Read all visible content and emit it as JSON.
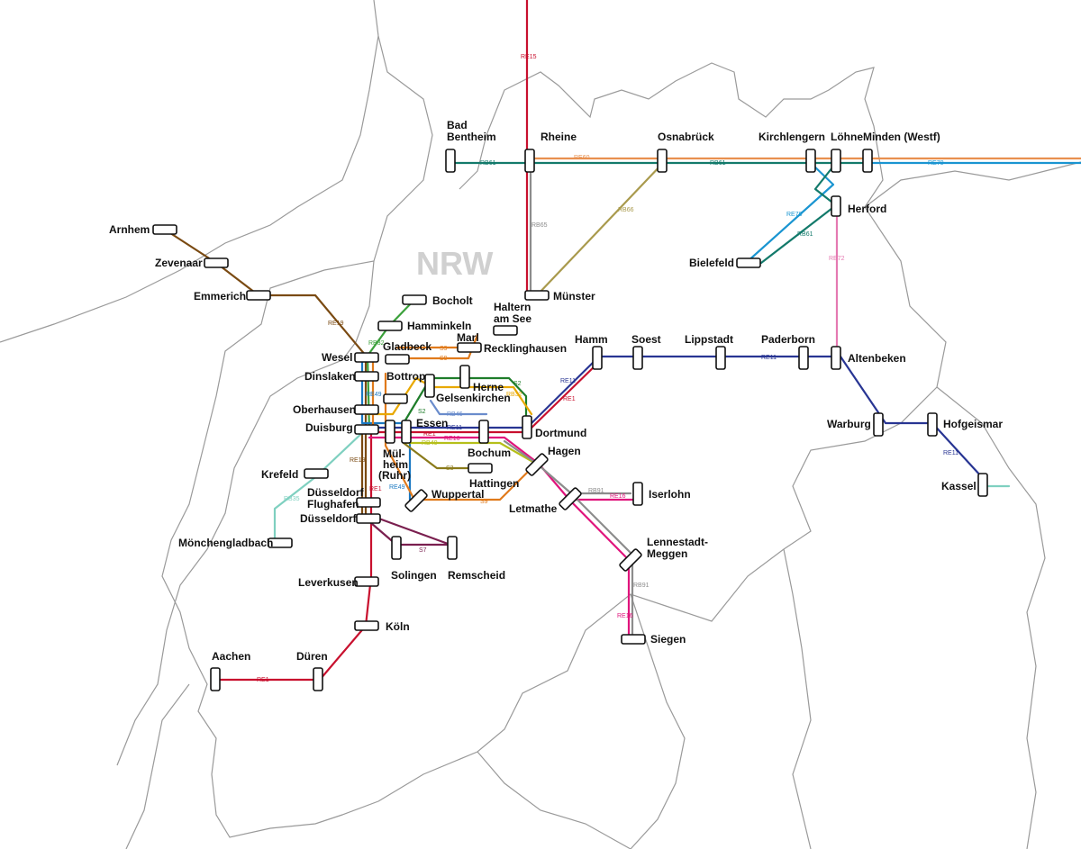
{
  "region_label": "NRW",
  "colors": {
    "RE1": "#c8102e",
    "RE15": "#c8102e",
    "RB61": "#137a6b",
    "RE60": "#e8904f",
    "RE70": "#1a95d1",
    "RB66": "#a99a4d",
    "RB65": "#8c8c8c",
    "RE72": "#e57ab2",
    "RE19": "#7a4a12",
    "RB32": "#3aa03a",
    "S9": "#e07a1b",
    "RE11": "#283593",
    "S2": "#1e7d2a",
    "RB32b": "#e8a800",
    "RB46": "#6a8ccc",
    "RE16": "#e0147c",
    "RB40": "#b5bf1a",
    "S3": "#8a7a1a",
    "RB91": "#8c8c8c",
    "RB35": "#7fd0c0",
    "RE49": "#1a78c2",
    "S7": "#7a1f4f"
  },
  "stations": {
    "rheine": "Rheine",
    "bad_bentheim": [
      "Bad",
      "Bentheim"
    ],
    "osnabrueck": "Osnabrück",
    "kirchlengern": "Kirchlengern",
    "loehne": "Löhne",
    "minden": "Minden (Westf)",
    "herford": "Herford",
    "bielefeld": "Bielefeld",
    "arnhem": "Arnhem",
    "zevenaar": "Zevenaar",
    "emmerich": "Emmerich",
    "muenster": "Münster",
    "bocholt": "Bocholt",
    "hamminkeln": "Hamminkeln",
    "haltern": [
      "Haltern",
      "am See"
    ],
    "marl": "Marl",
    "recklinghausen": "Recklinghausen",
    "gladbeck": "Gladbeck",
    "wesel": "Wesel",
    "dinslaken": "Dinslaken",
    "bottrop": "Bottrop",
    "herne": "Herne",
    "gelsenkirchen": "Gelsenkirchen",
    "oberhausen": "Oberhausen",
    "duisburg": "Duisburg",
    "essen": "Essen",
    "dortmund": "Dortmund",
    "bochum": "Bochum",
    "muelheim": [
      "Mül-",
      "heim",
      "(Ruhr)"
    ],
    "hattingen": "Hattingen",
    "hagen": "Hagen",
    "krefeld": "Krefeld",
    "duesseldorf_flughafen": [
      "Düsseldorf",
      "Flughafen"
    ],
    "duesseldorf": "Düsseldorf",
    "wuppertal": "Wuppertal",
    "letmathe": "Letmathe",
    "iserlohn": "Iserlohn",
    "moenchengladbach": "Mönchengladbach",
    "solingen": "Solingen",
    "remscheid": "Remscheid",
    "lennestadt": [
      "Lennestadt-",
      "Meggen"
    ],
    "leverkusen": "Leverkusen",
    "koeln": "Köln",
    "siegen": "Siegen",
    "aachen": "Aachen",
    "dueren": "Düren",
    "hamm": "Hamm",
    "soest": "Soest",
    "lippstadt": "Lippstadt",
    "paderborn": "Paderborn",
    "altenbeken": "Altenbeken",
    "warburg": "Warburg",
    "hofgeismar": "Hofgeismar",
    "kassel": "Kassel"
  },
  "line_labels": {
    "re15": "RE15",
    "rb61a": "RB61",
    "re60": "RE60",
    "rb61b": "RB61",
    "re70a": "RE70",
    "rb65": "RB65",
    "rb66": "RB66",
    "re70b": "RE70",
    "rb61c": "RB61",
    "re72": "RE72",
    "re19a": "RE19",
    "rb32a": "RB32",
    "s9a": "S9",
    "s9b": "S9",
    "re11a": "RE11",
    "re11b": "RE11",
    "re1a": "RE1",
    "s2a": "S2",
    "rb32b": "RB32",
    "re49a": "RE49",
    "s2b": "S2",
    "rb46": "RB46",
    "re11c": "RE11",
    "re1b": "RE1",
    "re16a": "RE16",
    "rb40": "RB40",
    "re19b": "RE19",
    "s3": "S3",
    "re1c": "RE1",
    "re49b": "RE49",
    "s9c": "S9",
    "rb35": "RB35",
    "rb91a": "RB91",
    "re16b": "RE16",
    "s7": "S7",
    "rb91b": "RB91",
    "re16c": "RE16",
    "re1d": "RE1",
    "re11d": "RE11"
  }
}
